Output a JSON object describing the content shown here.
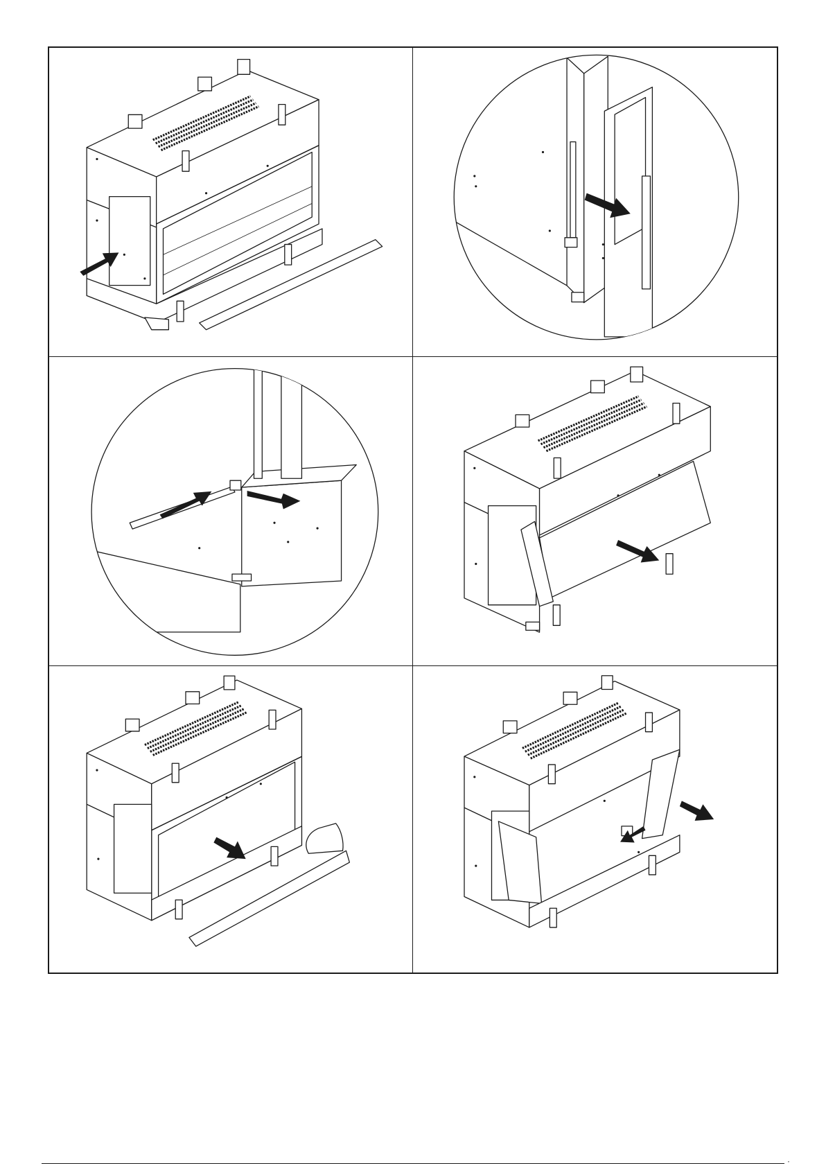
{
  "page": {
    "corner_mark": "·"
  },
  "figures": [
    {
      "id": "step-1",
      "icon": "insert-arrow-icon"
    },
    {
      "id": "step-2",
      "icon": "slide-out-arrow-icon"
    },
    {
      "id": "step-3",
      "icon": "rail-arrows-icon"
    },
    {
      "id": "step-4",
      "icon": "glass-out-arrow-icon"
    },
    {
      "id": "step-5",
      "icon": "tray-remove-arrow-icon"
    },
    {
      "id": "step-6",
      "icon": "panel-out-arrows-icon"
    }
  ],
  "colors": {
    "line": "#1a1a1a",
    "paper": "#ffffff"
  }
}
